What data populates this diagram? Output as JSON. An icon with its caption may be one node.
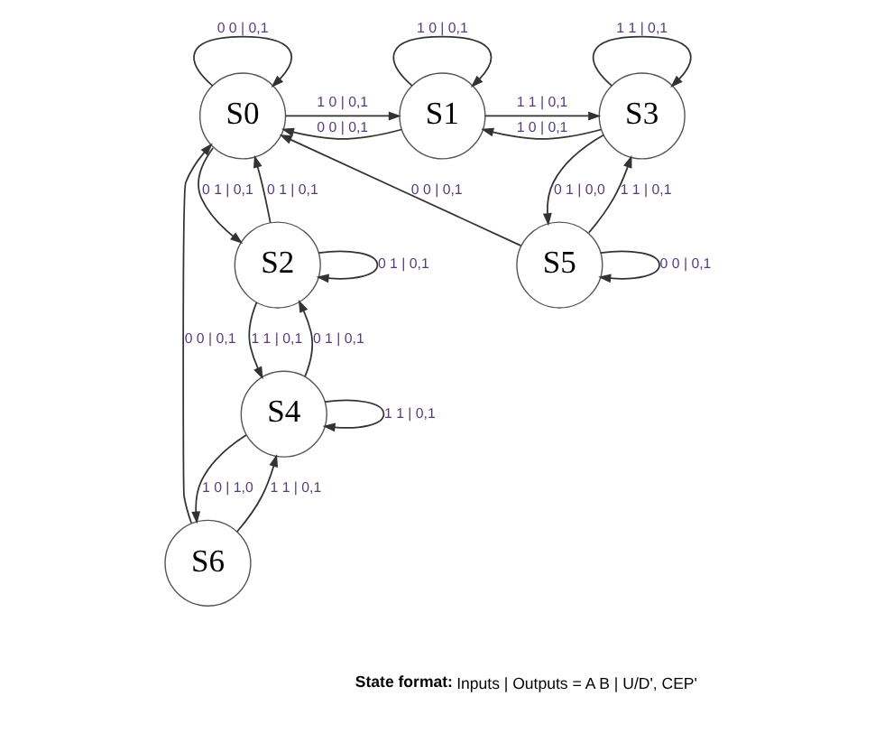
{
  "diagram": {
    "nodes": [
      {
        "text": [
          "S0"
        ]
      },
      {
        "text": [
          "S1"
        ]
      },
      {
        "text": [
          "S3"
        ]
      },
      {
        "text": [
          "S2"
        ]
      },
      {
        "text": [
          "S5"
        ]
      },
      {
        "text": [
          "S4"
        ]
      },
      {
        "text": [
          "S6"
        ]
      }
    ],
    "edges": [
      {
        "from": 0,
        "to": 0,
        "arrow": "to",
        "label": "0 0 | 0,1"
      },
      {
        "from": 0,
        "to": 1,
        "arrow": "to",
        "label": "1 0 | 0,1"
      },
      {
        "from": 1,
        "to": 0,
        "arrow": "to",
        "label": "0 0 | 0,1"
      },
      {
        "from": 1,
        "to": 1,
        "arrow": "to",
        "label": "1 0 | 0,1"
      },
      {
        "from": 1,
        "to": 2,
        "arrow": "to",
        "label": "1 1 | 0,1"
      },
      {
        "from": 2,
        "to": 2,
        "arrow": "to",
        "label": "1 1 | 0,1"
      },
      {
        "from": 2,
        "to": 1,
        "arrow": "to",
        "label": "1 0 | 0,1"
      },
      {
        "from": 2,
        "to": 4,
        "arrow": "to",
        "label": "0 1 | 0,0"
      },
      {
        "from": 4,
        "to": 2,
        "arrow": "to",
        "label": "1 1 | 0,1"
      },
      {
        "from": 4,
        "to": 0,
        "arrow": "to",
        "label": "0 0 | 0,1"
      },
      {
        "from": 4,
        "to": 4,
        "arrow": "to",
        "label": "0 0 | 0,1"
      },
      {
        "from": 0,
        "to": 3,
        "arrow": "to",
        "label": "0 1 | 0,1"
      },
      {
        "from": 3,
        "to": 0,
        "arrow": "to",
        "label": "0 1 | 0,1"
      },
      {
        "from": 3,
        "to": 3,
        "arrow": "to",
        "label": "0 1 | 0,1"
      },
      {
        "from": 3,
        "to": 5,
        "arrow": "to",
        "label": "1 1 | 0,1"
      },
      {
        "from": 5,
        "to": 3,
        "arrow": "to",
        "label": "0 1 | 0,1"
      },
      {
        "from": 5,
        "to": 5,
        "arrow": "to",
        "label": "1 1 | 0,1"
      },
      {
        "from": 5,
        "to": 6,
        "arrow": "to",
        "label": "1 0 | 1,0"
      },
      {
        "from": 6,
        "to": 5,
        "arrow": "to",
        "label": "1 1 | 0,1"
      },
      {
        "from": 6,
        "to": 0,
        "arrow": "to",
        "label": "0 0 | 0,1"
      }
    ],
    "labels": [
      "**State format:** Inputs | Outputs = A B | U/D', CEP'"
    ]
  }
}
